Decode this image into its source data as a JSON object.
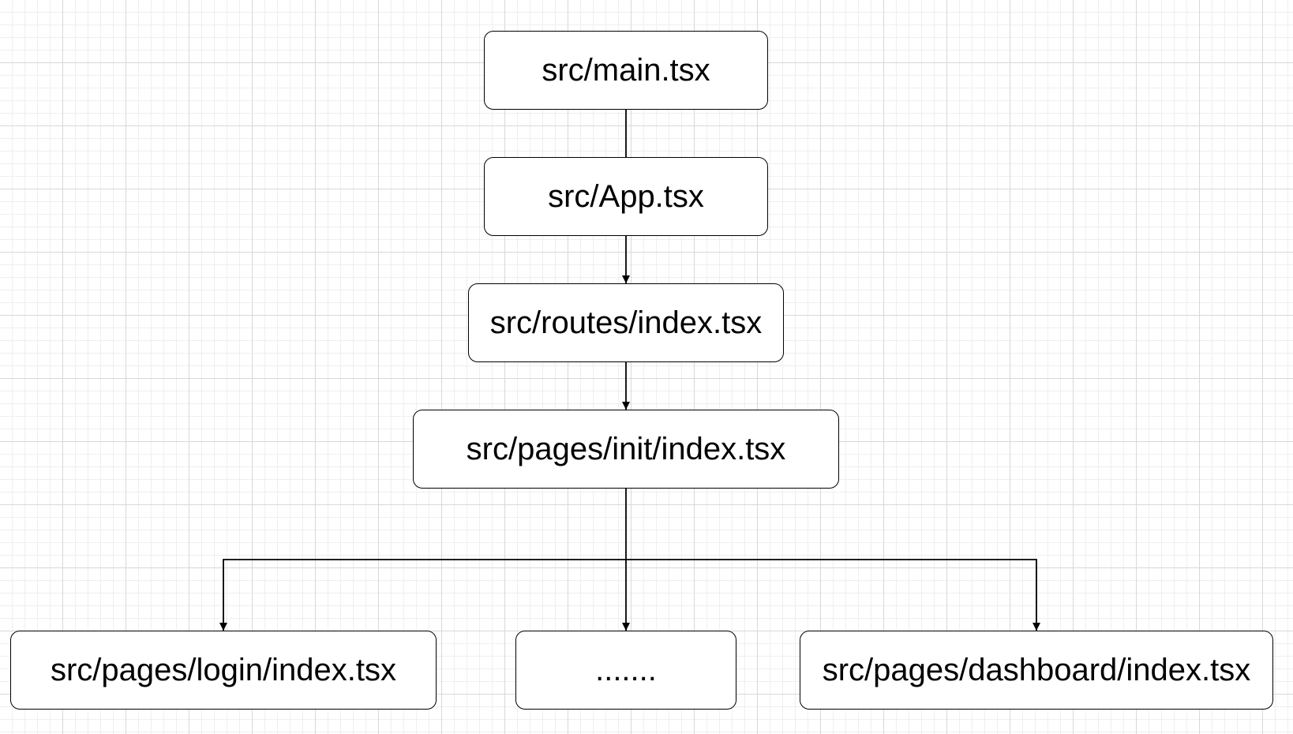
{
  "diagram": {
    "nodes": {
      "main": "src/main.tsx",
      "app": "src/App.tsx",
      "routes": "src/routes/index.tsx",
      "init": "src/pages/init/index.tsx",
      "login": "src/pages/login/index.tsx",
      "more": ".......",
      "dashboard": "src/pages/dashboard/index.tsx"
    },
    "edges": [
      {
        "from": "main",
        "to": "app",
        "arrow": false
      },
      {
        "from": "app",
        "to": "routes",
        "arrow": true
      },
      {
        "from": "routes",
        "to": "init",
        "arrow": true
      },
      {
        "from": "init",
        "to": "login",
        "arrow": true
      },
      {
        "from": "init",
        "to": "more",
        "arrow": true
      },
      {
        "from": "init",
        "to": "dashboard",
        "arrow": true
      }
    ],
    "colors": {
      "stroke": "#000000",
      "fill": "#ffffff",
      "grid": "#d8d8d8"
    }
  }
}
